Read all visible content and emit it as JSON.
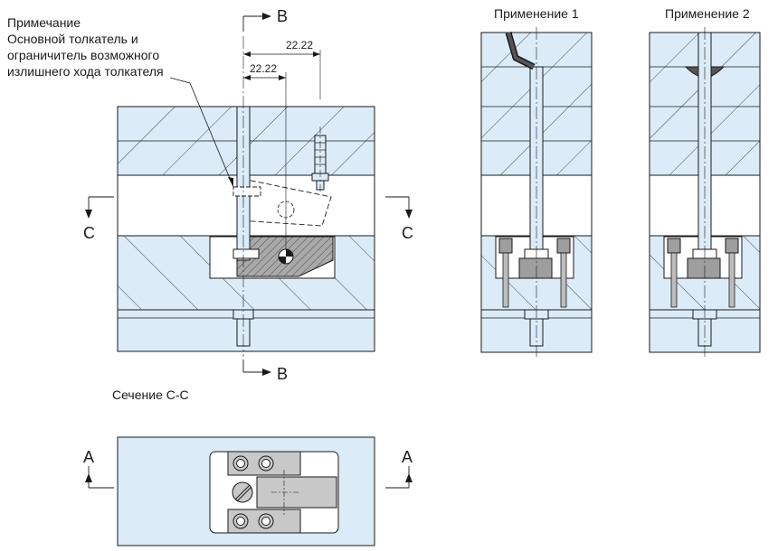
{
  "note": {
    "lines": [
      "Примечание",
      "Основной толкатель и",
      "ограничитель возможного",
      "излишнего хода толкателя"
    ]
  },
  "dimensions": {
    "upper": "22.22",
    "lower": "22.22"
  },
  "section_markers": {
    "b": "B",
    "c": "C",
    "a": "A"
  },
  "section_title": "Сечение C-C",
  "applications": {
    "app1": "Применение 1",
    "app2": "Применение 2"
  },
  "colors": {
    "plate": "#dbecf8",
    "outline": "#1a1a1a",
    "stopper": "#9e9e9e",
    "hatch": "#555555"
  }
}
